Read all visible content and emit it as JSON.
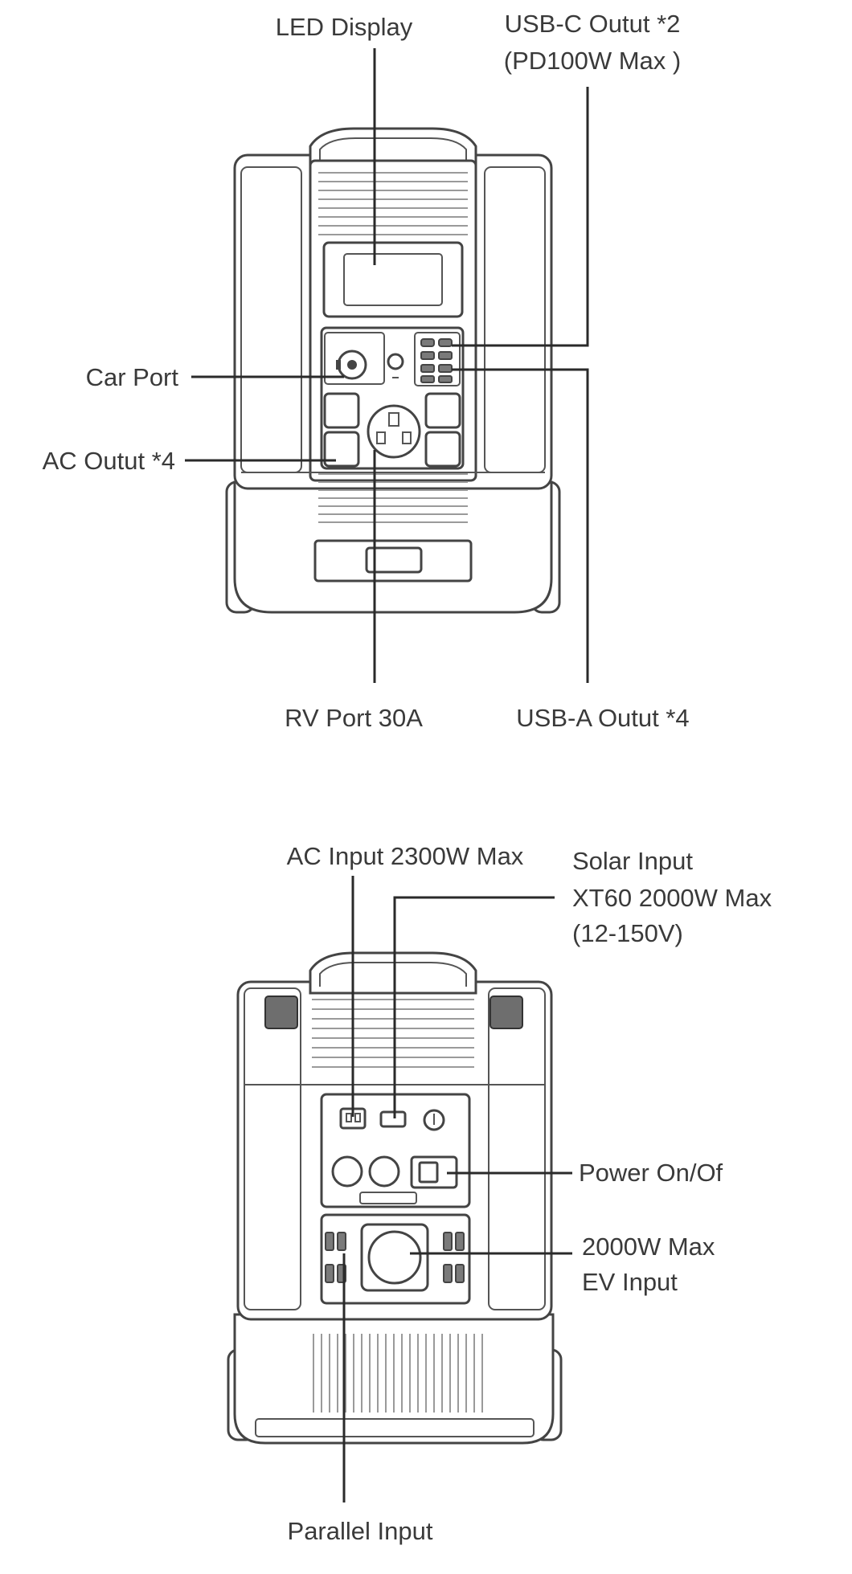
{
  "front_view": {
    "labels": {
      "led_display": "LED Display",
      "usb_c_line1": "USB-C Outut *2",
      "usb_c_line2": "(PD100W Max )",
      "car_port": "Car Port",
      "ac_output": "AC Outut *4",
      "rv_port": "RV Port 30A",
      "usb_a_output": "USB-A Outut *4"
    }
  },
  "back_view": {
    "labels": {
      "ac_input": "AC Input 2300W Max",
      "solar_line1": "Solar Input",
      "solar_line2": "XT60 2000W Max",
      "solar_line3": "(12-150V)",
      "power_switch": "Power On/Of",
      "ev_line1": "2000W  Max",
      "ev_line2": "EV Input",
      "parallel_input": "Parallel Input"
    }
  }
}
